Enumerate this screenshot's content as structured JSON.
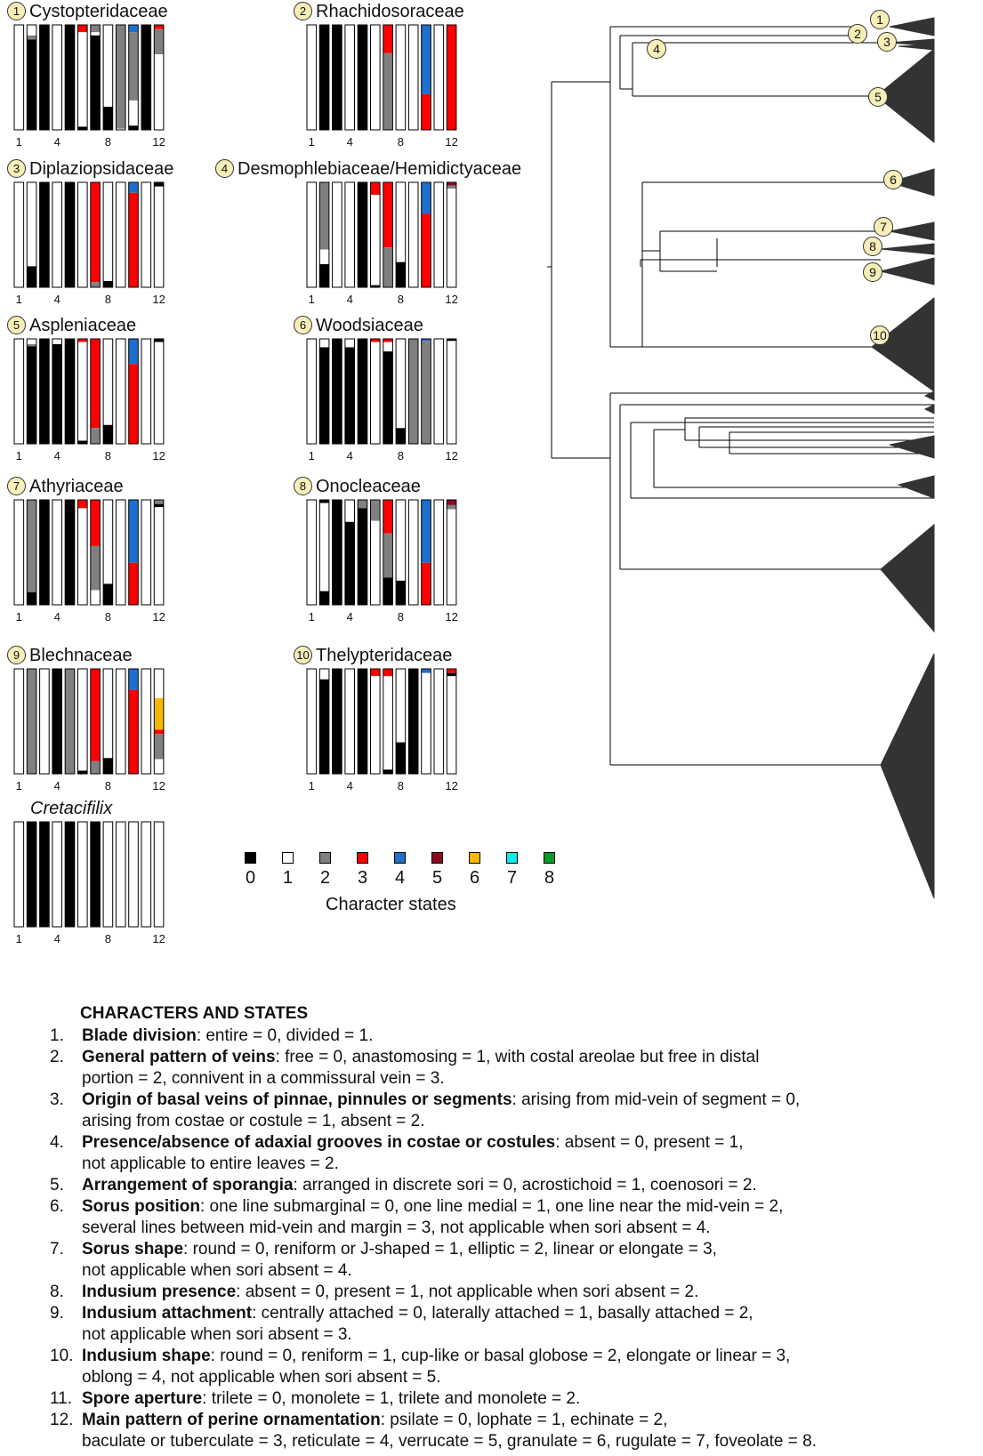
{
  "state_colors": [
    "#000000",
    "#ffffff",
    "#808080",
    "#ff0000",
    "#1f6fcc",
    "#8b0a1e",
    "#f5b800",
    "#00f0f0",
    "#0a9a2a"
  ],
  "panels": [
    {
      "num": "1",
      "name": "Cystopteridaceae",
      "italic": false,
      "axis_ticks": [
        "1",
        "4",
        "8",
        "12"
      ],
      "bars": [
        [
          [
            1,
            1
          ]
        ],
        [
          [
            1,
            0.1
          ],
          [
            2,
            0.04
          ],
          [
            0,
            0.86
          ]
        ],
        [
          [
            0,
            1
          ]
        ],
        [
          [
            1,
            1
          ]
        ],
        [
          [
            0,
            1
          ]
        ],
        [
          [
            3,
            0.07
          ],
          [
            1,
            0.9
          ],
          [
            0,
            0.03
          ]
        ],
        [
          [
            2,
            0.07
          ],
          [
            1,
            0.03
          ],
          [
            0,
            0.9
          ]
        ],
        [
          [
            1,
            0.78
          ],
          [
            0,
            0.22
          ]
        ],
        [
          [
            2,
            0.99
          ],
          [
            1,
            0.01
          ]
        ],
        [
          [
            4,
            0.07
          ],
          [
            2,
            0.65
          ],
          [
            1,
            0.24
          ],
          [
            0,
            0.04
          ]
        ],
        [
          [
            0,
            1
          ]
        ],
        [
          [
            3,
            0.04
          ],
          [
            2,
            0.24
          ],
          [
            1,
            0.72
          ]
        ]
      ]
    },
    {
      "num": "2",
      "name": "Rhachidosoraceae",
      "italic": false,
      "axis_ticks": [
        "1",
        "4",
        "8",
        "12"
      ],
      "bars": [
        [
          [
            1,
            1
          ]
        ],
        [
          [
            0,
            1
          ]
        ],
        [
          [
            0,
            1
          ]
        ],
        [
          [
            1,
            1
          ]
        ],
        [
          [
            0,
            1
          ]
        ],
        [
          [
            1,
            1
          ]
        ],
        [
          [
            3,
            0.27
          ],
          [
            2,
            0.73
          ]
        ],
        [
          [
            1,
            1
          ]
        ],
        [
          [
            1,
            1
          ]
        ],
        [
          [
            4,
            0.66
          ],
          [
            3,
            0.34
          ]
        ],
        [
          [
            1,
            1
          ]
        ],
        [
          [
            3,
            1
          ]
        ]
      ]
    },
    {
      "num": "3",
      "name": "Diplaziopsidaceae",
      "italic": false,
      "axis_ticks": [
        "1",
        "4",
        "8",
        "12"
      ],
      "bars": [
        [
          [
            1,
            1
          ]
        ],
        [
          [
            1,
            0.8
          ],
          [
            0,
            0.2
          ]
        ],
        [
          [
            0,
            1
          ]
        ],
        [
          [
            1,
            1
          ]
        ],
        [
          [
            0,
            1
          ]
        ],
        [
          [
            1,
            1
          ]
        ],
        [
          [
            3,
            0.95
          ],
          [
            2,
            0.05
          ]
        ],
        [
          [
            1,
            0.94
          ],
          [
            0,
            0.06
          ]
        ],
        [
          [
            1,
            1
          ]
        ],
        [
          [
            4,
            0.1
          ],
          [
            3,
            0.9
          ]
        ],
        [
          [
            1,
            1
          ]
        ],
        [
          [
            0,
            0.04
          ],
          [
            1,
            0.96
          ]
        ]
      ]
    },
    {
      "num": "4",
      "name": "Desmophlebiaceae/Hemidictyaceae",
      "italic": false,
      "axis_ticks": [
        "1",
        "4",
        "8",
        "12"
      ],
      "bars": [
        [
          [
            1,
            1
          ]
        ],
        [
          [
            2,
            0.64
          ],
          [
            1,
            0.14
          ],
          [
            0,
            0.22
          ]
        ],
        [
          [
            1,
            1
          ]
        ],
        [
          [
            1,
            1
          ]
        ],
        [
          [
            0,
            1
          ]
        ],
        [
          [
            3,
            0.12
          ],
          [
            1,
            0.86
          ],
          [
            0,
            0.02
          ]
        ],
        [
          [
            3,
            0.62
          ],
          [
            2,
            0.38
          ]
        ],
        [
          [
            1,
            0.76
          ],
          [
            0,
            0.24
          ]
        ],
        [
          [
            1,
            1
          ]
        ],
        [
          [
            4,
            0.3
          ],
          [
            3,
            0.7
          ]
        ],
        [
          [
            1,
            1
          ]
        ],
        [
          [
            5,
            0.03
          ],
          [
            2,
            0.03
          ],
          [
            1,
            0.94
          ]
        ]
      ]
    },
    {
      "num": "5",
      "name": "Aspleniaceae",
      "italic": false,
      "axis_ticks": [
        "1",
        "4",
        "8",
        "12"
      ],
      "bars": [
        [
          [
            1,
            1
          ]
        ],
        [
          [
            1,
            0.05
          ],
          [
            2,
            0.02
          ],
          [
            0,
            0.93
          ]
        ],
        [
          [
            0,
            1
          ]
        ],
        [
          [
            1,
            0.05
          ],
          [
            0,
            0.95
          ]
        ],
        [
          [
            0,
            1
          ]
        ],
        [
          [
            3,
            0.03
          ],
          [
            1,
            0.94
          ],
          [
            0,
            0.03
          ]
        ],
        [
          [
            3,
            0.85
          ],
          [
            2,
            0.15
          ]
        ],
        [
          [
            1,
            0.82
          ],
          [
            0,
            0.18
          ]
        ],
        [
          [
            1,
            1
          ]
        ],
        [
          [
            4,
            0.24
          ],
          [
            3,
            0.76
          ]
        ],
        [
          [
            1,
            1
          ]
        ],
        [
          [
            0,
            0.03
          ],
          [
            1,
            0.97
          ]
        ]
      ]
    },
    {
      "num": "6",
      "name": "Woodsiaceae",
      "italic": false,
      "axis_ticks": [
        "1",
        "4",
        "8",
        "12"
      ],
      "bars": [
        [
          [
            1,
            1
          ]
        ],
        [
          [
            1,
            0.08
          ],
          [
            0,
            0.92
          ]
        ],
        [
          [
            0,
            1
          ]
        ],
        [
          [
            1,
            0.08
          ],
          [
            0,
            0.92
          ]
        ],
        [
          [
            0,
            1
          ]
        ],
        [
          [
            3,
            0.03
          ],
          [
            1,
            0.97
          ]
        ],
        [
          [
            3,
            0.03
          ],
          [
            1,
            0.09
          ],
          [
            0,
            0.88
          ]
        ],
        [
          [
            1,
            0.85
          ],
          [
            0,
            0.15
          ]
        ],
        [
          [
            2,
            1
          ]
        ],
        [
          [
            4,
            0.02
          ],
          [
            2,
            0.98
          ]
        ],
        [
          [
            1,
            1
          ]
        ],
        [
          [
            0,
            0.02
          ],
          [
            1,
            0.98
          ]
        ]
      ]
    },
    {
      "num": "7",
      "name": "Athyriaceae",
      "italic": false,
      "axis_ticks": [
        "1",
        "4",
        "8",
        "12"
      ],
      "bars": [
        [
          [
            1,
            1
          ]
        ],
        [
          [
            2,
            0.88
          ],
          [
            0,
            0.12
          ]
        ],
        [
          [
            0,
            1
          ]
        ],
        [
          [
            1,
            1
          ]
        ],
        [
          [
            0,
            1
          ]
        ],
        [
          [
            3,
            0.08
          ],
          [
            1,
            0.92
          ]
        ],
        [
          [
            3,
            0.44
          ],
          [
            2,
            0.42
          ],
          [
            1,
            0.14
          ]
        ],
        [
          [
            1,
            0.8
          ],
          [
            0,
            0.2
          ]
        ],
        [
          [
            1,
            1
          ]
        ],
        [
          [
            4,
            0.6
          ],
          [
            3,
            0.4
          ]
        ],
        [
          [
            1,
            1
          ]
        ],
        [
          [
            2,
            0.04
          ],
          [
            0,
            0.03
          ],
          [
            1,
            0.93
          ]
        ]
      ]
    },
    {
      "num": "8",
      "name": "Onocleaceae",
      "italic": false,
      "axis_ticks": [
        "1",
        "4",
        "8",
        "12"
      ],
      "bars": [
        [
          [
            1,
            1
          ]
        ],
        [
          [
            0,
            0.03
          ],
          [
            1,
            0.84
          ],
          [
            0,
            0.13
          ]
        ],
        [
          [
            0,
            1
          ]
        ],
        [
          [
            1,
            0.21
          ],
          [
            0,
            0.79
          ]
        ],
        [
          [
            2,
            0.08
          ],
          [
            0,
            0.92
          ]
        ],
        [
          [
            2,
            0.2
          ],
          [
            1,
            0.8
          ]
        ],
        [
          [
            3,
            0.32
          ],
          [
            2,
            0.42
          ],
          [
            0,
            0.26
          ]
        ],
        [
          [
            1,
            0.77
          ],
          [
            0,
            0.23
          ]
        ],
        [
          [
            1,
            1
          ]
        ],
        [
          [
            4,
            0.6
          ],
          [
            3,
            0.4
          ]
        ],
        [
          [
            1,
            1
          ]
        ],
        [
          [
            5,
            0.05
          ],
          [
            2,
            0.04
          ],
          [
            1,
            0.91
          ]
        ]
      ]
    },
    {
      "num": "9",
      "name": "Blechnaceae",
      "italic": false,
      "axis_ticks": [
        "1",
        "4",
        "8",
        "12"
      ],
      "bars": [
        [
          [
            1,
            1
          ]
        ],
        [
          [
            2,
            1
          ]
        ],
        [
          [
            1,
            1
          ]
        ],
        [
          [
            0,
            1
          ]
        ],
        [
          [
            2,
            1
          ]
        ],
        [
          [
            1,
            0.97
          ],
          [
            0,
            0.03
          ]
        ],
        [
          [
            3,
            0.88
          ],
          [
            2,
            0.12
          ]
        ],
        [
          [
            1,
            0.85
          ],
          [
            0,
            0.15
          ]
        ],
        [
          [
            1,
            1
          ]
        ],
        [
          [
            4,
            0.2
          ],
          [
            3,
            0.8
          ]
        ],
        [
          [
            1,
            1
          ]
        ],
        [
          [
            1,
            0.28
          ],
          [
            6,
            0.3
          ],
          [
            3,
            0.04
          ],
          [
            2,
            0.24
          ],
          [
            1,
            0.14
          ]
        ]
      ]
    },
    {
      "num": "10",
      "name": "Thelypteridaceae",
      "italic": false,
      "axis_ticks": [
        "1",
        "4",
        "8",
        "12"
      ],
      "bars": [
        [
          [
            1,
            1
          ]
        ],
        [
          [
            1,
            0.1
          ],
          [
            0,
            0.9
          ]
        ],
        [
          [
            0,
            1
          ]
        ],
        [
          [
            1,
            1
          ]
        ],
        [
          [
            0,
            1
          ]
        ],
        [
          [
            3,
            0.07
          ],
          [
            1,
            0.93
          ]
        ],
        [
          [
            3,
            0.07
          ],
          [
            1,
            0.89
          ],
          [
            0,
            0.04
          ]
        ],
        [
          [
            1,
            0.7
          ],
          [
            0,
            0.3
          ]
        ],
        [
          [
            0,
            1
          ]
        ],
        [
          [
            4,
            0.04
          ],
          [
            1,
            0.96
          ]
        ],
        [
          [
            1,
            1
          ]
        ],
        [
          [
            3,
            0.04
          ],
          [
            0,
            0.03
          ],
          [
            1,
            0.93
          ]
        ]
      ]
    },
    {
      "num": "",
      "name": "Cretacifilix",
      "italic": true,
      "axis_ticks": [
        "1",
        "4",
        "8",
        "12"
      ],
      "bars": [
        [
          [
            1,
            1
          ]
        ],
        [
          [
            0,
            1
          ]
        ],
        [
          [
            0,
            1
          ]
        ],
        [
          [
            1,
            1
          ]
        ],
        [
          [
            0,
            1
          ]
        ],
        [
          [
            1,
            1
          ]
        ],
        [
          [
            0,
            1
          ]
        ],
        [
          [
            1,
            1
          ]
        ],
        [
          [
            1,
            1
          ]
        ],
        [
          [
            1,
            1
          ]
        ],
        [
          [
            1,
            1
          ]
        ],
        [
          [
            1,
            1
          ]
        ]
      ]
    }
  ],
  "legend": {
    "labels": [
      "0",
      "1",
      "2",
      "3",
      "4",
      "5",
      "6",
      "7",
      "8"
    ],
    "title": "Character states"
  },
  "tree": {
    "clade_labels": [
      "1",
      "2",
      "3",
      "4",
      "5",
      "6",
      "7",
      "8",
      "9",
      "10"
    ]
  },
  "characters": {
    "heading": "CHARACTERS AND STATES",
    "items": [
      {
        "num": "1.",
        "name": "Blade division",
        "lines": [
          ": entire = 0, divided = 1."
        ]
      },
      {
        "num": "2.",
        "name": "General pattern of veins",
        "lines": [
          ": free = 0, anastomosing = 1, with costal areolae but free in distal",
          "portion = 2, connivent in a commissural vein = 3."
        ]
      },
      {
        "num": "3.",
        "name": "Origin of basal veins of pinnae, pinnules or segments",
        "lines": [
          ": arising from mid-vein of segment = 0,",
          "arising from costae or costule = 1, absent = 2."
        ]
      },
      {
        "num": "4.",
        "name": "Presence/absence of adaxial grooves in costae or costules",
        "lines": [
          ": absent = 0, present = 1,",
          "not applicable to entire leaves = 2."
        ]
      },
      {
        "num": "5.",
        "name": "Arrangement of sporangia",
        "lines": [
          ": arranged in discrete sori = 0, acrostichoid = 1, coenosori = 2."
        ]
      },
      {
        "num": "6.",
        "name": "Sorus position",
        "lines": [
          ": one line submarginal = 0, one line medial = 1, one line near the mid-vein = 2,",
          "several lines between mid-vein and margin = 3, not applicable when sori absent = 4."
        ]
      },
      {
        "num": "7.",
        "name": "Sorus shape",
        "lines": [
          ": round = 0, reniform or J-shaped = 1, elliptic = 2, linear or elongate = 3,",
          "not applicable when sori absent = 4."
        ]
      },
      {
        "num": "8.",
        "name": "Indusium presence",
        "lines": [
          ": absent = 0, present = 1, not applicable when sori absent = 2."
        ]
      },
      {
        "num": "9.",
        "name": "Indusium attachment",
        "lines": [
          ": centrally attached = 0, laterally attached = 1, basally attached = 2,",
          "not applicable when sori absent = 3."
        ]
      },
      {
        "num": "10.",
        "name": "Indusium shape",
        "lines": [
          ": round = 0, reniform = 1, cup-like or basal globose = 2, elongate or linear = 3,",
          "oblong = 4, not applicable when sori absent = 5."
        ]
      },
      {
        "num": "11.",
        "name": "Spore aperture",
        "lines": [
          ": trilete = 0, monolete = 1, trilete and monolete = 2."
        ]
      },
      {
        "num": "12.",
        "name": "Main pattern of perine ornamentation",
        "lines": [
          ": psilate = 0, lophate = 1, echinate = 2,",
          "baculate or tuberculate = 3, reticulate = 4, verrucate = 5, granulate = 6, rugulate = 7, foveolate = 8."
        ]
      }
    ]
  }
}
